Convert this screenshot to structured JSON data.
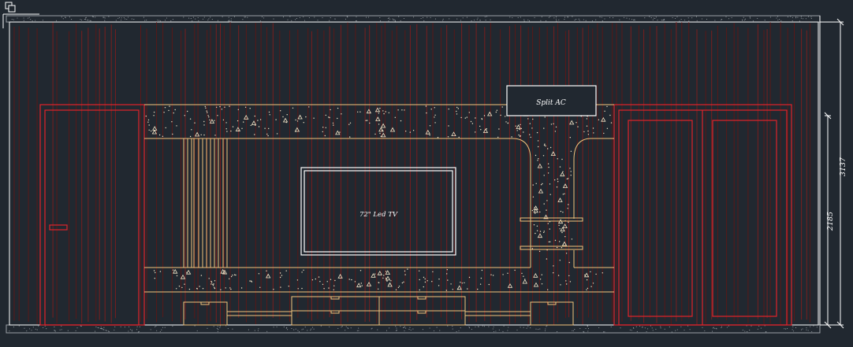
{
  "drawing": {
    "background": "#212830",
    "colors": {
      "wall": "#8c1d1d",
      "wall_lines": "#5a1818",
      "red": "#e0232b",
      "furniture": "#f3c37c",
      "white": "#ffffff",
      "granite_dots": "#f5e6c8"
    },
    "labels": {
      "tv": "72\" Led TV",
      "ac": "Split AC"
    },
    "dimensions": {
      "total_height": "3137",
      "door_height": "2185"
    },
    "ucs_icon": "ucs-corner-icon"
  }
}
